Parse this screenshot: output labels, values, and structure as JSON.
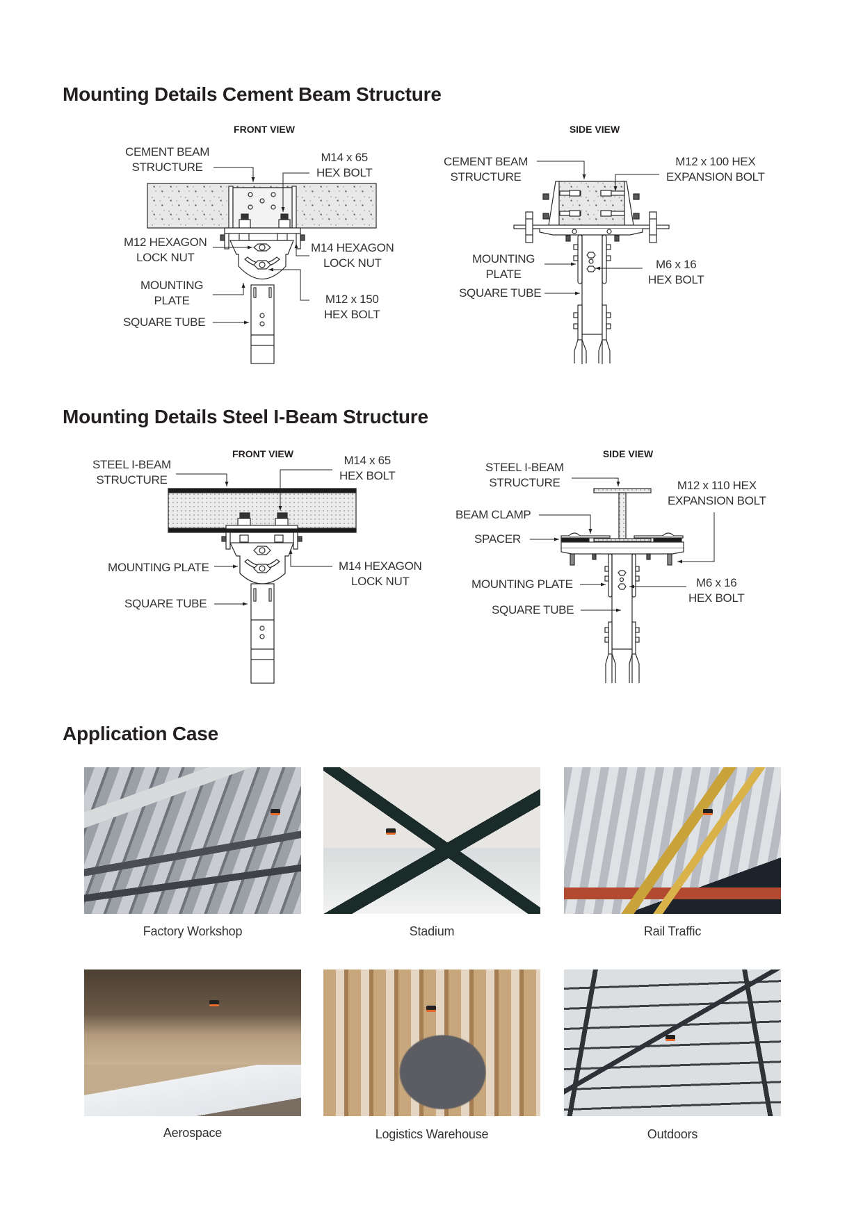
{
  "sections": {
    "cement": {
      "title": "Mounting Details Cement Beam Structure",
      "front_view": {
        "title": "FRONT VIEW",
        "labels": {
          "beam_structure": [
            "CEMENT BEAM",
            "STRUCTURE"
          ],
          "hex_bolt": [
            "M14 x 65",
            "HEX BOLT"
          ],
          "m12_lock_nut": [
            "M12 HEXAGON",
            "LOCK NUT"
          ],
          "m14_lock_nut": [
            "M14 HEXAGON",
            "LOCK NUT"
          ],
          "mounting_plate": [
            "MOUNTING",
            "PLATE"
          ],
          "m12_bolt": [
            "M12 x 150",
            "HEX BOLT"
          ],
          "square_tube": "SQUARE TUBE"
        }
      },
      "side_view": {
        "title": "SIDE VIEW",
        "labels": {
          "beam_structure": [
            "CEMENT BEAM",
            "STRUCTURE"
          ],
          "expansion_bolt": [
            "M12 x 100 HEX",
            "EXPANSION BOLT"
          ],
          "mounting_plate": [
            "MOUNTING",
            "PLATE"
          ],
          "m6_bolt": [
            "M6 x 16",
            "HEX BOLT"
          ],
          "square_tube": "SQUARE TUBE"
        }
      }
    },
    "steel": {
      "title": "Mounting Details Steel I-Beam Structure",
      "front_view": {
        "title": "FRONT VIEW",
        "labels": {
          "beam_structure": [
            "STEEL I-BEAM",
            "STRUCTURE"
          ],
          "hex_bolt": [
            "M14 x 65",
            "HEX BOLT"
          ],
          "mounting_plate": "MOUNTING PLATE",
          "m14_lock_nut": [
            "M14 HEXAGON",
            "LOCK NUT"
          ],
          "square_tube": "SQUARE TUBE"
        }
      },
      "side_view": {
        "title": "SIDE VIEW",
        "labels": {
          "beam_structure": [
            "STEEL I-BEAM",
            "STRUCTURE"
          ],
          "beam_clamp": "BEAM CLAMP",
          "spacer": "SPACER",
          "expansion_bolt": [
            "M12 x 110 HEX",
            "EXPANSION BOLT"
          ],
          "mounting_plate": "MOUNTING PLATE",
          "m6_bolt": [
            "M6 x 16",
            "HEX BOLT"
          ],
          "square_tube": "SQUARE TUBE"
        }
      }
    },
    "application": {
      "title": "Application Case",
      "cases": [
        {
          "caption": "Factory Workshop",
          "image": "ceiling-fan-factory-photo"
        },
        {
          "caption": "Stadium",
          "image": "ceiling-fan-stadium-photo"
        },
        {
          "caption": "Rail Traffic",
          "image": "ceiling-fan-rail-photo"
        },
        {
          "caption": "Aerospace",
          "image": "ceiling-fan-hangar-photo"
        },
        {
          "caption": "Logistics Warehouse",
          "image": "ceiling-fan-warehouse-photo"
        },
        {
          "caption": "Outdoors",
          "image": "ceiling-fan-outdoor-photo"
        }
      ]
    }
  },
  "colors": {
    "text": "#231f20",
    "label": "#333333",
    "line": "#2a2a2a",
    "concrete": "#e6e6e6",
    "accent_orange": "#e8682a"
  }
}
